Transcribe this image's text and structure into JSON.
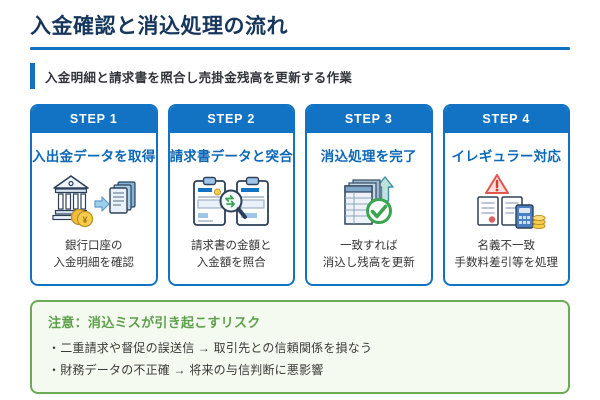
{
  "page": {
    "title": "入金確認と消込処理の流れ",
    "subtitle": "入金明細と請求書を照合し売掛金残高を更新する作業"
  },
  "steps": [
    {
      "header": "STEP 1",
      "title": "入出金データを取得",
      "icon": "bank-to-documents-icon",
      "desc_line1": "銀行口座の",
      "desc_line2": "入金明細を確認"
    },
    {
      "header": "STEP 2",
      "title": "請求書データと突合",
      "icon": "invoice-match-magnifier-icon",
      "desc_line1": "請求書の金額と",
      "desc_line2": "入金額を照合"
    },
    {
      "header": "STEP 3",
      "title": "消込処理を完了",
      "icon": "ledger-check-arrow-icon",
      "desc_line1": "一致すれば",
      "desc_line2": "消込し残高を更新"
    },
    {
      "header": "STEP 4",
      "title": "イレギュラー対応",
      "icon": "warning-documents-calculator-icon",
      "desc_line1": "名義不一致",
      "desc_line2": "手数料差引等を処理"
    }
  ],
  "note": {
    "title": "注意：消込ミスが引き起こすリスク",
    "bullets": [
      "・二重請求や督促の誤送信 → 取引先との信頼関係を損なう",
      "・財務データの不正確 → 将来の与信判断に悪影響"
    ]
  },
  "colors": {
    "primary_blue": "#1273c4",
    "title_navy": "#16365c",
    "step_title_blue": "#0d68b8",
    "note_border_green": "#6aab57",
    "note_title_green": "#5ca04b",
    "note_bg_green": "#f5faf0",
    "body_text": "#333333",
    "coin_yellow": "#f6cd4a",
    "alert_red": "#e2574c",
    "check_green": "#3aa551"
  }
}
